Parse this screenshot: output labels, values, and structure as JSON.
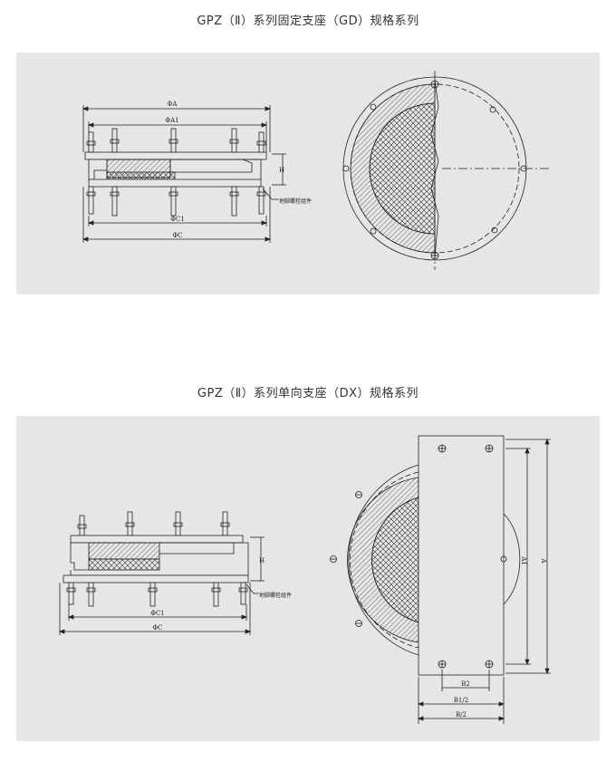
{
  "section1": {
    "title": "GPZ（Ⅱ）系列固定支座（GD）规格系列",
    "labels": {
      "phiA": "ΦA",
      "phiA1": "ΦA1",
      "phiC1": "ΦC1",
      "phiC": "ΦC",
      "H": "H",
      "bolt": "地脚螺栓组件"
    }
  },
  "section2": {
    "title": "GPZ（Ⅱ）系列单向支座（DX）规格系列",
    "labels": {
      "H": "H",
      "bolt": "地脚螺栓组件",
      "phiC1": "ΦC1",
      "phiC": "ΦC",
      "A1": "A1",
      "A": "A",
      "B2": "B2",
      "B1half": "B1/2",
      "Bhalf": "B/2"
    }
  },
  "colors": {
    "panel": "#e6e6e6",
    "line": "#222222",
    "hatch": "#555555"
  }
}
